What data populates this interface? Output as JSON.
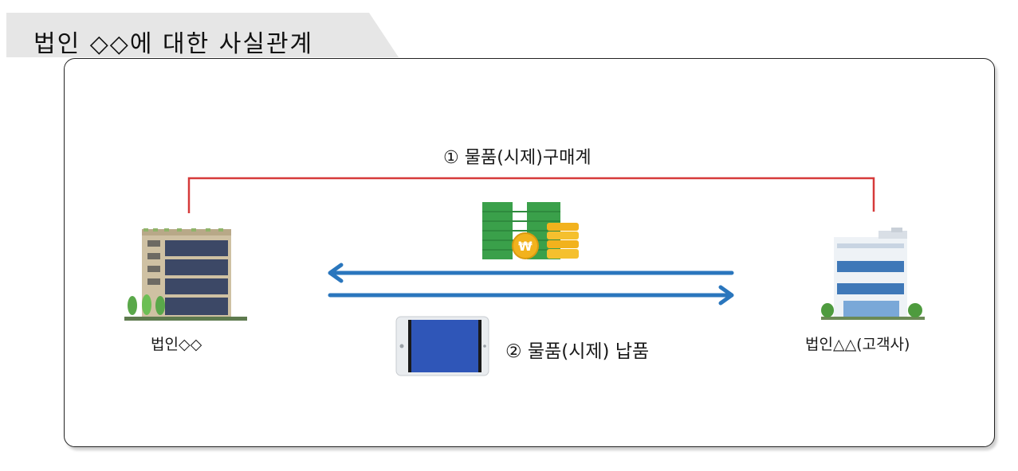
{
  "header": {
    "title": "법인 ◇◇에 대한 사실관계"
  },
  "diagram": {
    "relation_label": "① 물품(시제)구매계",
    "delivery_label": "② 물품(시제) 납품",
    "left_entity": {
      "label": "법인◇◇"
    },
    "right_entity": {
      "label": "법인△△(고객사)"
    },
    "currency_symbol": "₩"
  },
  "colors": {
    "relation_line": "#d63a3a",
    "arrow": "#2a76bd",
    "money_green": "#3aa04a",
    "coin_gold": "#f2b21d",
    "tablet_screen": "#2f56b8"
  }
}
